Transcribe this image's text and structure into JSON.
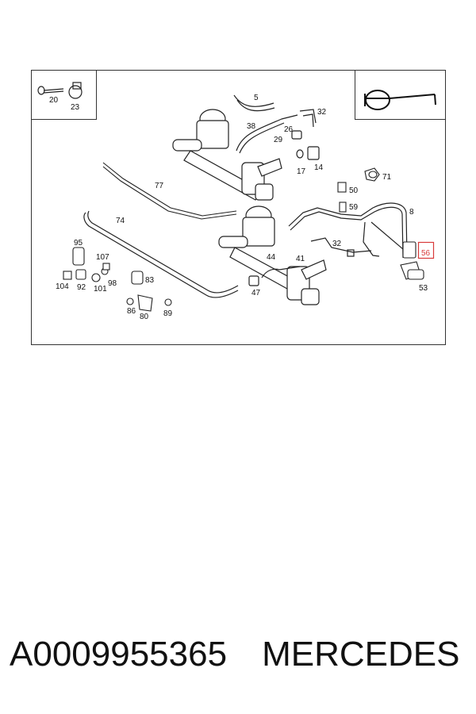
{
  "diagram": {
    "callouts": {
      "c20": "20",
      "c23": "23",
      "c5": "5",
      "c32a": "32",
      "c38": "38",
      "c26": "26",
      "c29": "29",
      "c17": "17",
      "c14": "14",
      "c71": "71",
      "c50": "50",
      "c59": "59",
      "c77": "77",
      "c74": "74",
      "c8": "8",
      "c32b": "32",
      "c44": "44",
      "c41": "41",
      "c47": "47",
      "c95": "95",
      "c107": "107",
      "c104": "104",
      "c92": "92",
      "c101": "101",
      "c98": "98",
      "c83": "83",
      "c86": "86",
      "c80": "80",
      "c89": "89",
      "c53": "53",
      "c56": "56"
    },
    "highlight_color": "#d83a3a"
  },
  "caption": {
    "part_number": "A0009955365",
    "brand": "MERCEDES"
  }
}
